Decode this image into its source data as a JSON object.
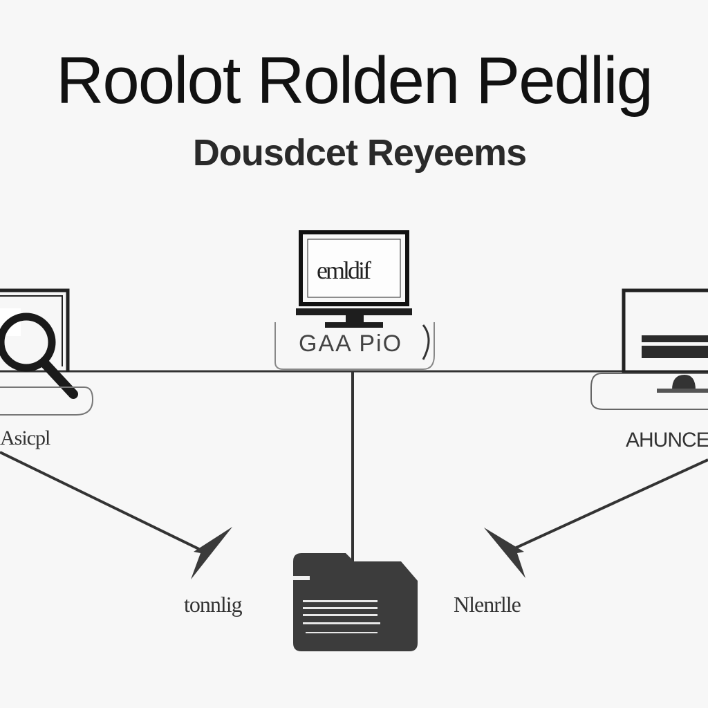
{
  "title": "Roolot Rolden Pedlig",
  "subtitle": "Dousdcet Reyeems",
  "nodes": {
    "center": {
      "screen_text": "emldif",
      "box_text": "GAA PiO"
    },
    "left": {
      "label": "Asicpl"
    },
    "right": {
      "label": "AHUNCE"
    },
    "bottom_left": {
      "label": "tonnlig"
    },
    "bottom_right": {
      "label": "Nlenrlle"
    }
  },
  "icons": {
    "left_node": "magnifier-computer-icon",
    "center_node": "desktop-monitor-icon",
    "right_node": "laptop-icon",
    "bottom_node": "folder-icon"
  },
  "colors": {
    "background": "#f7f7f7",
    "line": "#333333",
    "dark": "#3a3a3a"
  }
}
